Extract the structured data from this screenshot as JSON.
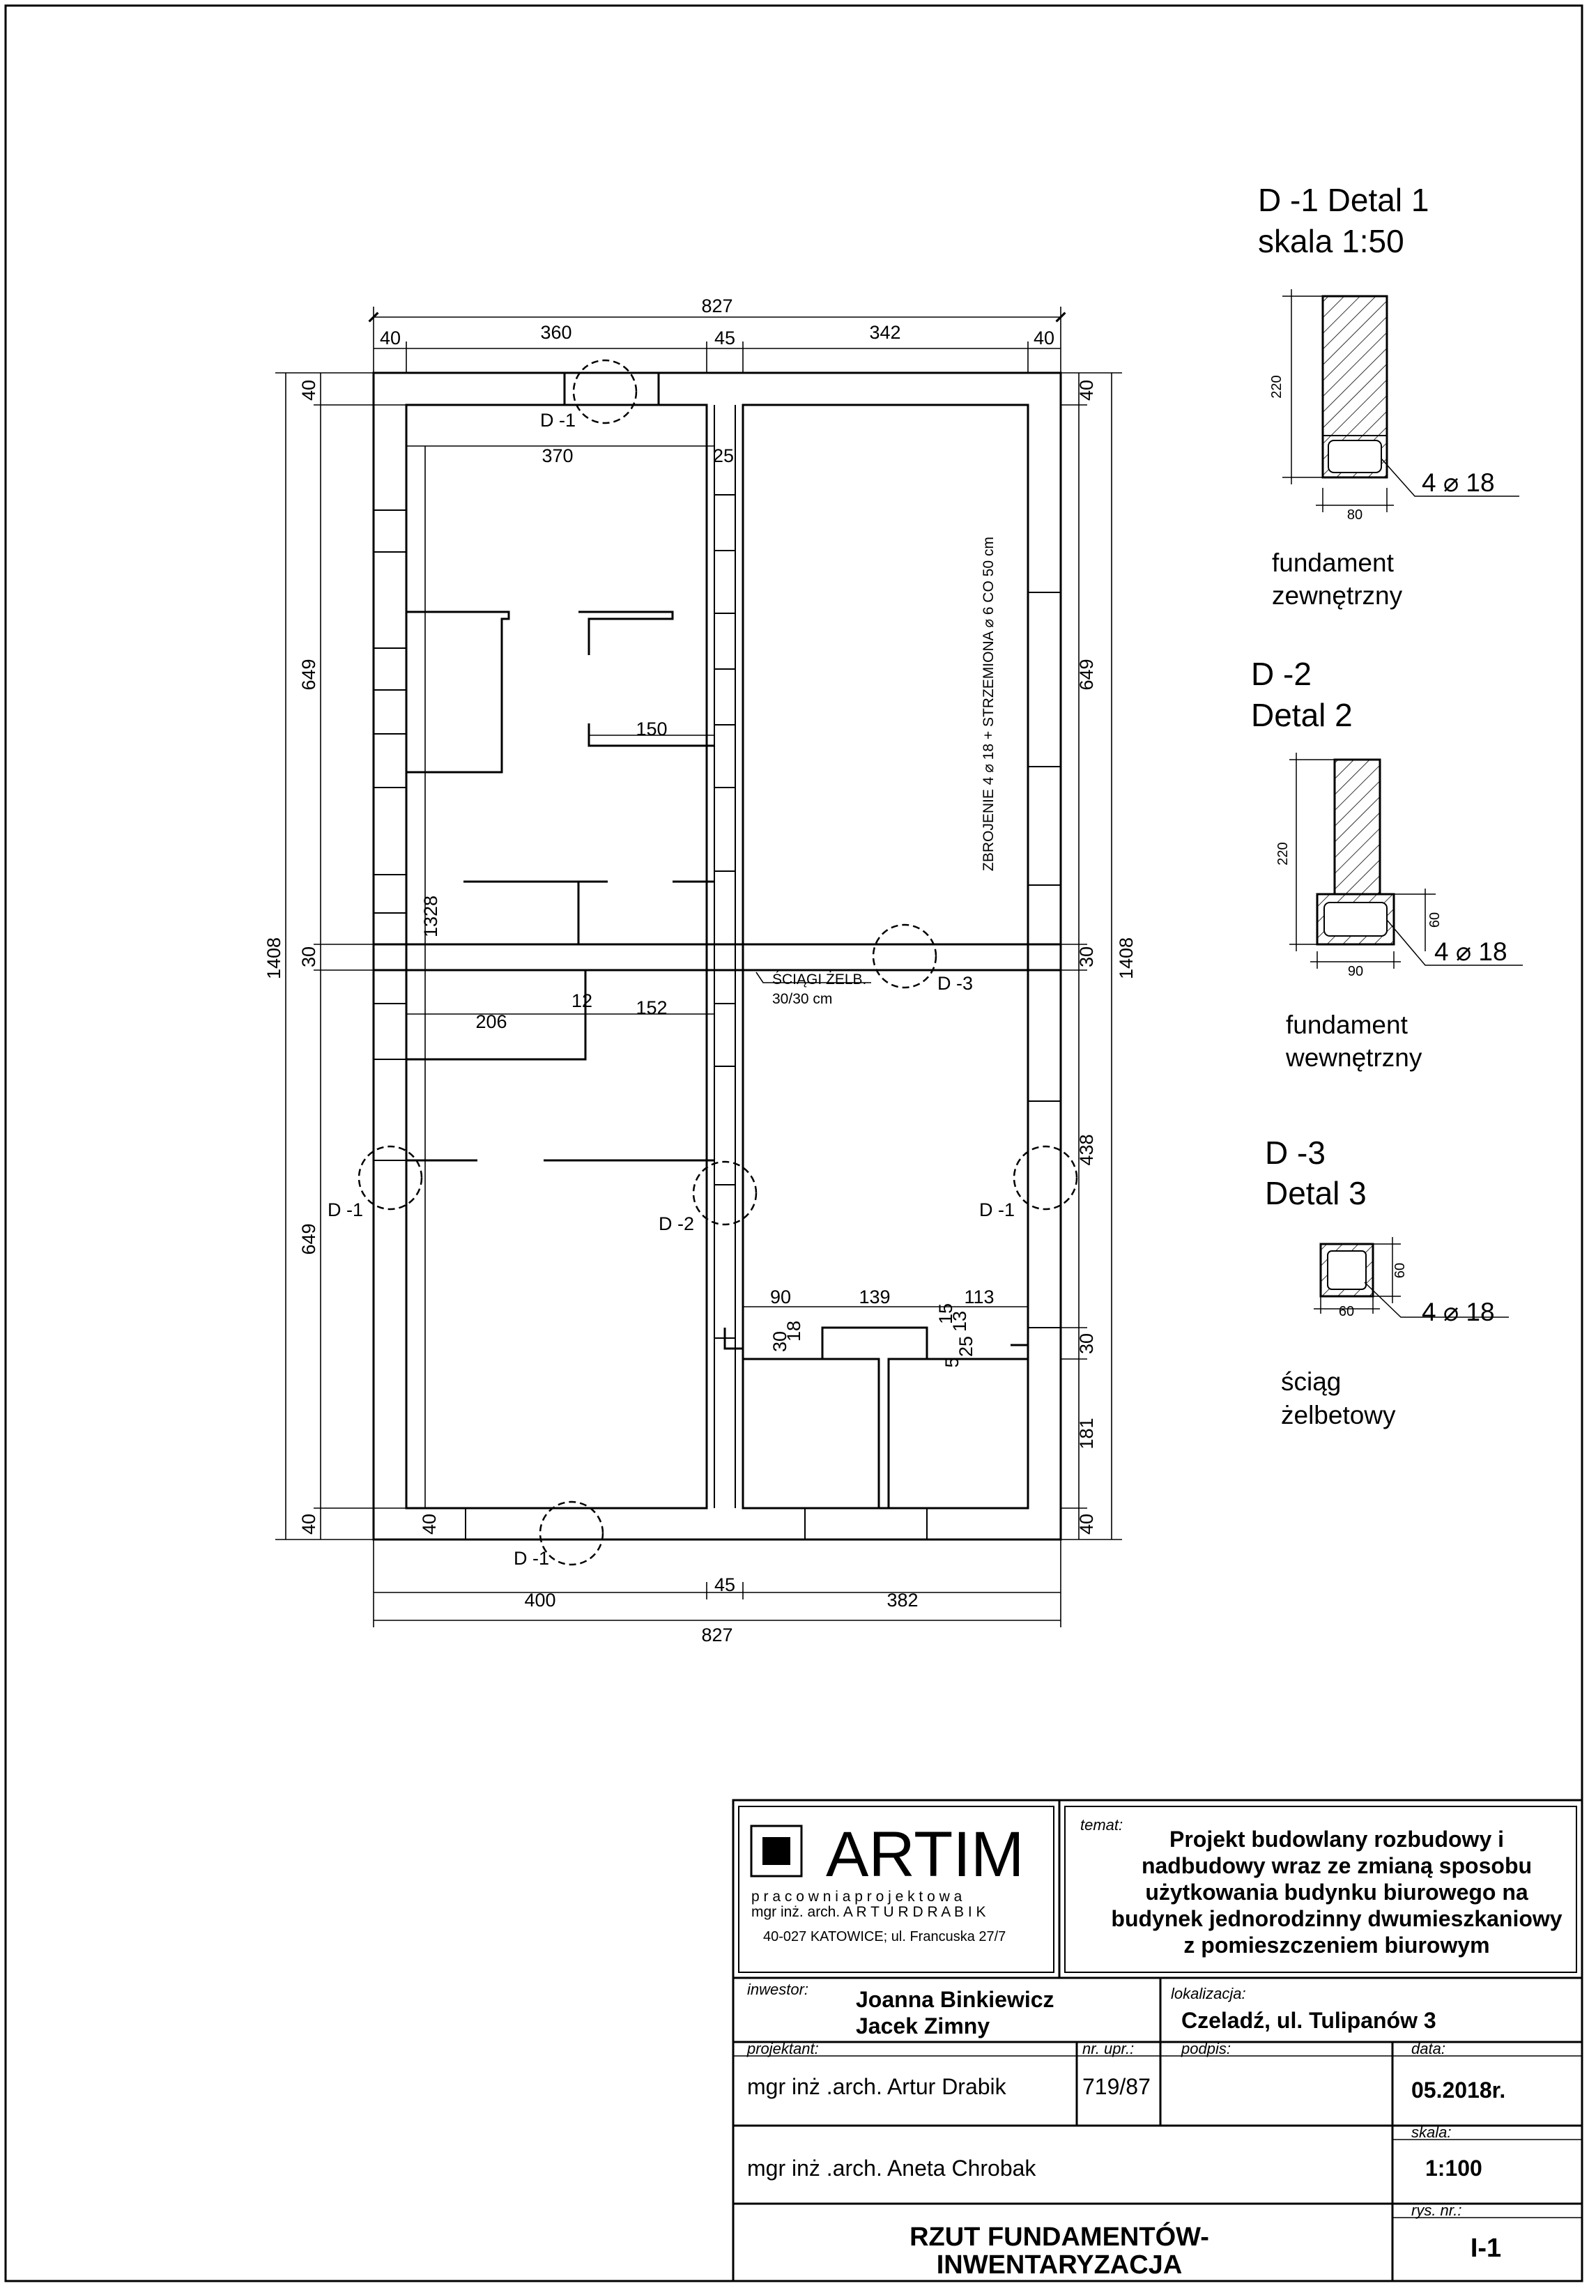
{
  "plan": {
    "dims": {
      "top_total": "827",
      "top_left_wall": "40",
      "top_left_room": "360",
      "top_mid_wall": "45",
      "top_right_room": "342",
      "top_right_wall": "40",
      "inner_370": "370",
      "inner_25": "25",
      "dim_150": "150",
      "dim_206": "206",
      "dim_12": "12",
      "dim_152": "152",
      "dim_1328": "1328",
      "left_total": "1408",
      "left_top_wall": "40",
      "left_upper": "649",
      "left_mid": "30",
      "left_lower": "649",
      "left_bottom_wall": "40",
      "right_total": "1408",
      "right_top_wall": "40",
      "right_upper": "649",
      "right_mid": "30",
      "right_438": "438",
      "right_30b": "30",
      "right_181": "181",
      "right_bottom_wall": "40",
      "bottom_left": "400",
      "bottom_mid": "45",
      "bottom_right": "382",
      "bottom_total": "827",
      "bottom_inner_40": "40",
      "stair_90": "90",
      "stair_139": "139",
      "stair_113": "113",
      "stair_30": "30",
      "stair_18": "18",
      "stair_5": "5",
      "stair_25": "25",
      "stair_13": "13",
      "stair_15": "15"
    },
    "details_markers": {
      "top": "D -1",
      "left": "D -1",
      "center": "D -2",
      "right": "D -1",
      "bottom": "D -1",
      "tie": "D -3"
    },
    "annotations": {
      "reinforcement": "ZBROJENIE 4 ⌀ 18 + STRZEMIONA ⌀ 6 CO 50 cm",
      "tie_label_1": "ŚCIĄGI ŻELB.",
      "tie_label_2": "30/30 cm"
    }
  },
  "details": {
    "d1": {
      "title_1": "D -1 Detal 1",
      "title_2": "skala 1:50",
      "height": "220",
      "width": "80",
      "rebar": "4 ⌀ 18",
      "caption_1": "fundament",
      "caption_2": "zewnętrzny"
    },
    "d2": {
      "title_1": "D -2",
      "title_2": "Detal 2",
      "height": "220",
      "footing_h": "60",
      "width": "90",
      "rebar": "4 ⌀ 18",
      "caption_1": "fundament",
      "caption_2": "wewnętrzny"
    },
    "d3": {
      "title_1": "D -3",
      "title_2": "Detal 3",
      "height": "60",
      "width": "60",
      "rebar": "4 ⌀ 18",
      "caption_1": "ściąg",
      "caption_2": "żelbetowy"
    }
  },
  "titleblock": {
    "logo_name": "ARTIM",
    "logo_sub": "p r a c o w n i a   p r o j e k t o w a",
    "logo_author": "mgr inż. arch.   A R T U R   D R A B I K",
    "logo_address": "40-027 KATOWICE; ul. Francuska 27/7",
    "temat_label": "temat:",
    "temat_lines": [
      "Projekt budowlany rozbudowy i",
      "nadbudowy wraz ze zmianą sposobu",
      "użytkowania budynku biurowego na",
      "budynek jednorodzinny dwumieszkaniowy",
      "z pomieszczeniem biurowym"
    ],
    "inwestor_label": "inwestor:",
    "inwestor_1": "Joanna Binkiewicz",
    "inwestor_2": "Jacek Zimny",
    "lokalizacja_label": "lokalizacja:",
    "lokalizacja": "Czeladź, ul. Tulipanów 3",
    "projektant_label": "projektant:",
    "nr_upr_label": "nr. upr.:",
    "podpis_label": "podpis:",
    "data_label": "data:",
    "projektant_1": "mgr  inż .arch. Artur Drabik",
    "nr_upr": "719/87",
    "data": "05.2018r.",
    "skala_label": "skala:",
    "projektant_2": "mgr  inż .arch. Aneta Chrobak",
    "skala": "1:100",
    "drawing_1": "RZUT FUNDAMENTÓW-",
    "drawing_2": "INWENTARYZACJA",
    "rys_label": "rys. nr.:",
    "rys_nr": "I-1"
  }
}
